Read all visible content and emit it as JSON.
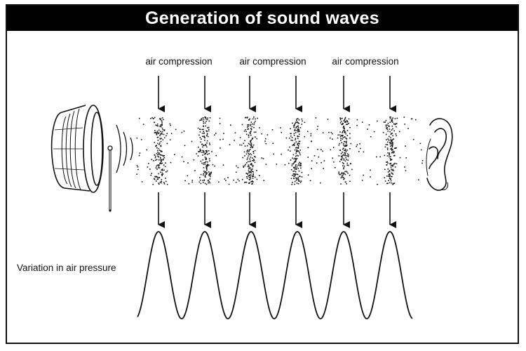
{
  "title": "Generation of sound waves",
  "compression_label": "air compression",
  "pressure_label": "Variation in air pressure",
  "compression_count": 6,
  "colors": {
    "title_background": "#000000",
    "title_text": "#ffffff",
    "ink": "#111111"
  },
  "icons": [
    "drum-icon",
    "tuning-fork-icon",
    "ear-icon"
  ]
}
